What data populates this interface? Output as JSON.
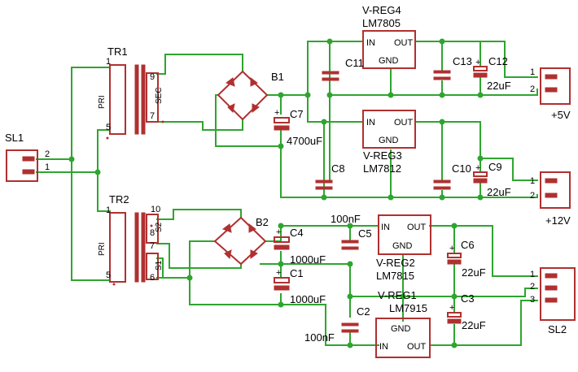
{
  "labels": {
    "tr1": "TR1",
    "tr2": "TR2",
    "tr1_pri": "PRI",
    "tr1_sec": "SEC",
    "tr2_pri": "PRI",
    "tr2_s2": "S2",
    "tr2_s1": "S1",
    "tr1_p1": "1",
    "tr1_p5": "5",
    "tr1_p9": "9",
    "tr1_p7": "7",
    "tr2_p1": "1",
    "tr2_p5": "5",
    "tr2_p10": "10",
    "tr2_p8": "8",
    "tr2_p7": "7",
    "tr2_p6": "6",
    "sl1": "SL1",
    "sl1_p2": "2",
    "sl1_p1": "1",
    "b1": "B1",
    "b2": "B2",
    "c7": "C7",
    "c7_val": "4700uF",
    "vreg4": "V-REG4",
    "vreg4_part": "LM7805",
    "vreg3": "V-REG3",
    "vreg3_part": "LM7812",
    "vreg2": "V-REG2",
    "vreg2_part": "LM7815",
    "vreg1": "V-REG1",
    "vreg1_part": "LM7915",
    "pin_in": "IN",
    "pin_out": "OUT",
    "pin_gnd": "GND",
    "c11": "C11",
    "c13": "C13",
    "c12": "C12",
    "c12_val": "22uF",
    "c8": "C8",
    "c10": "C10",
    "c9": "C9",
    "c9_val": "22uF",
    "c4": "C4",
    "c4_val": "1000uF",
    "c1": "C1",
    "c1_val": "1000uF",
    "c5": "C5",
    "c5_val": "100nF",
    "c2": "C2",
    "c2_val": "100nF",
    "c6": "C6",
    "c6_val": "22uF",
    "c3": "C3",
    "c3_val": "22uF",
    "conn5v_p1": "1",
    "conn5v_p2": "2",
    "out_5v": "+5V",
    "conn12v_p1": "1",
    "conn12v_p2": "2",
    "out_12v": "+12V",
    "sl2": "SL2",
    "sl2_p1": "1",
    "sl2_p2": "2",
    "sl2_p3": "3",
    "plus": "+"
  },
  "colors": {
    "wire": "#2fa52f",
    "component": "#b03030",
    "text": "#000000",
    "background": "#ffffff"
  }
}
